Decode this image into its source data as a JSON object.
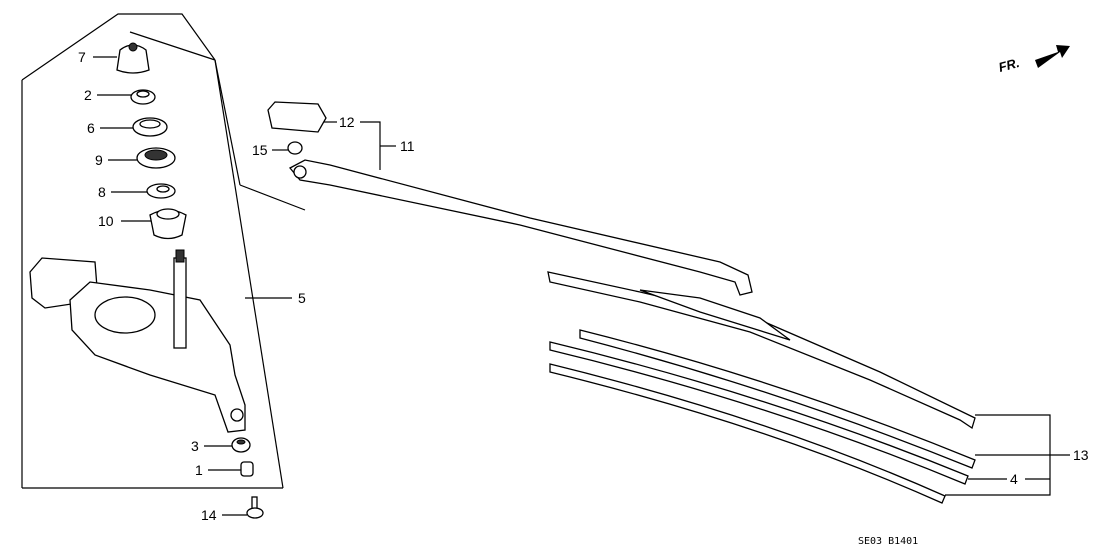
{
  "direction_label": "FR.",
  "diagram_code": "SE03 B1401",
  "callouts": {
    "c1": "1",
    "c2": "2",
    "c3": "3",
    "c4": "4",
    "c5": "5",
    "c6": "6",
    "c7": "7",
    "c8": "8",
    "c9": "9",
    "c10": "10",
    "c11": "11",
    "c12": "12",
    "c13": "13",
    "c14": "14",
    "c15": "15"
  }
}
